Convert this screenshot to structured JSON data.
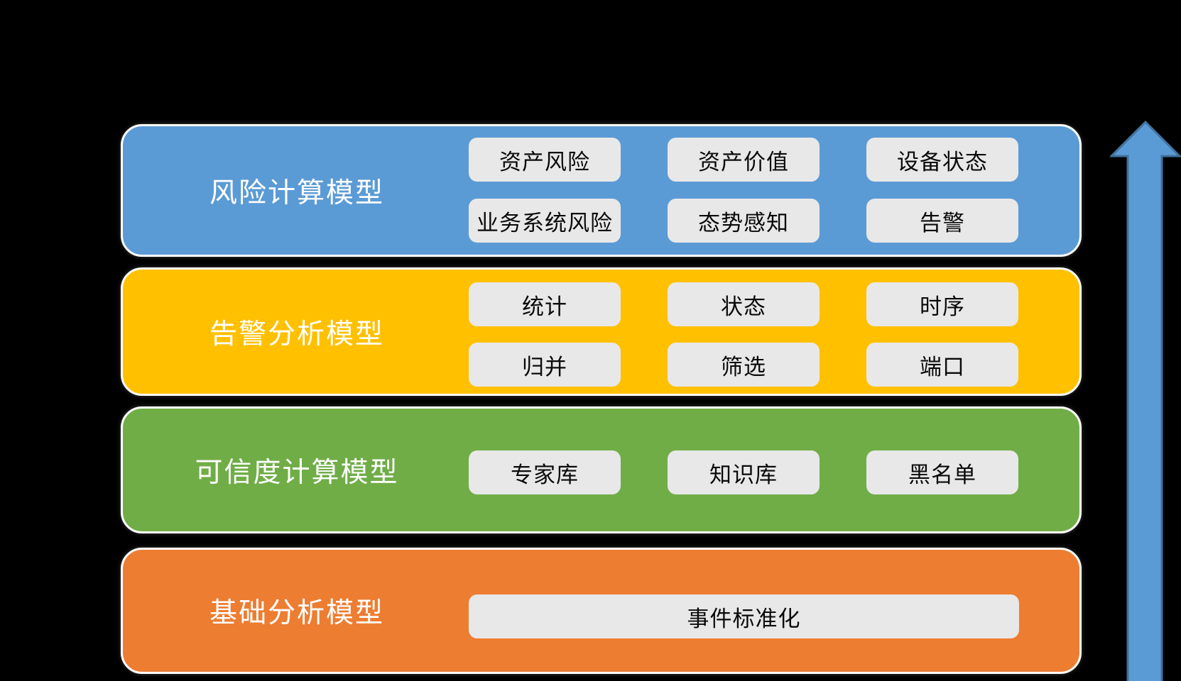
{
  "background": "#000000",
  "chip_bg": "#E8E8E8",
  "chip_text_color": "#0A0A0A",
  "band_border_color": "#FFFFFF",
  "bands": [
    {
      "label": "风险计算模型",
      "color": "#5B9BD5",
      "buttons": [
        {
          "label": "资产风险"
        },
        {
          "label": "资产价值"
        },
        {
          "label": "设备状态"
        },
        {
          "label": "业务系统风险"
        },
        {
          "label": "态势感知"
        },
        {
          "label": "告警"
        }
      ]
    },
    {
      "label": "告警分析模型",
      "color": "#FFC000",
      "buttons": [
        {
          "label": "统计"
        },
        {
          "label": "状态"
        },
        {
          "label": "时序"
        },
        {
          "label": "归并"
        },
        {
          "label": "筛选"
        },
        {
          "label": "端口"
        }
      ]
    },
    {
      "label": "可信度计算模型",
      "color": "#70AD47",
      "buttons": [
        {
          "label": "专家库"
        },
        {
          "label": "知识库"
        },
        {
          "label": "黑名单"
        }
      ]
    },
    {
      "label": "基础分析模型",
      "color": "#ED7D31",
      "buttons": [
        {
          "label": "事件标准化"
        }
      ]
    }
  ],
  "arrow": {
    "direction": "up",
    "fill": "#5B9BD5",
    "stroke": "#41719C"
  }
}
